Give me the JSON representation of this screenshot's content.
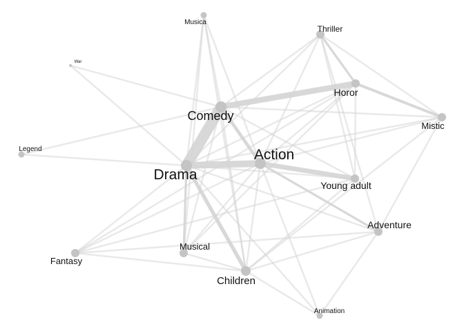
{
  "graph": {
    "colors": {
      "node": "#c4c4c4",
      "edge": "#d4d4d4",
      "label": "#111111",
      "background": "#ffffff"
    },
    "nodes": [
      {
        "id": "drama",
        "label": "Drama"
      },
      {
        "id": "comedy",
        "label": "Comedy"
      },
      {
        "id": "action",
        "label": "Action"
      },
      {
        "id": "horor",
        "label": "Horor"
      },
      {
        "id": "thriller",
        "label": "Thriller"
      },
      {
        "id": "musica",
        "label": "Musica"
      },
      {
        "id": "war",
        "label": "War"
      },
      {
        "id": "legend",
        "label": "Legend"
      },
      {
        "id": "mistic",
        "label": "Mistic"
      },
      {
        "id": "young_adult",
        "label": "Young adult"
      },
      {
        "id": "adventure",
        "label": "Adventure"
      },
      {
        "id": "fantasy",
        "label": "Fantasy"
      },
      {
        "id": "musical",
        "label": "Musical"
      },
      {
        "id": "children",
        "label": "Children"
      },
      {
        "id": "animation",
        "label": "Animation"
      }
    ],
    "edges": [
      {
        "source": "drama",
        "target": "comedy",
        "weight": 10
      },
      {
        "source": "drama",
        "target": "action",
        "weight": 6
      },
      {
        "source": "comedy",
        "target": "horor",
        "weight": 5
      },
      {
        "source": "action",
        "target": "young_adult",
        "weight": 4
      },
      {
        "source": "drama",
        "target": "children",
        "weight": 3
      },
      {
        "source": "comedy",
        "target": "action",
        "weight": 2.5
      },
      {
        "source": "horor",
        "target": "mistic",
        "weight": 2
      },
      {
        "source": "action",
        "target": "adventure",
        "weight": 1.5
      },
      {
        "source": "thriller",
        "target": "horor",
        "weight": 1.5
      },
      {
        "source": "drama",
        "target": "musical",
        "weight": 1.5
      },
      {
        "source": "comedy",
        "target": "musica",
        "weight": 1
      },
      {
        "source": "comedy",
        "target": "war",
        "weight": 1
      },
      {
        "source": "comedy",
        "target": "legend",
        "weight": 1
      },
      {
        "source": "comedy",
        "target": "thriller",
        "weight": 1
      },
      {
        "source": "comedy",
        "target": "mistic",
        "weight": 1
      },
      {
        "source": "comedy",
        "target": "young_adult",
        "weight": 1
      },
      {
        "source": "comedy",
        "target": "children",
        "weight": 1
      },
      {
        "source": "comedy",
        "target": "musical",
        "weight": 1
      },
      {
        "source": "drama",
        "target": "war",
        "weight": 1
      },
      {
        "source": "drama",
        "target": "legend",
        "weight": 1
      },
      {
        "source": "drama",
        "target": "thriller",
        "weight": 1
      },
      {
        "source": "drama",
        "target": "horor",
        "weight": 1
      },
      {
        "source": "drama",
        "target": "mistic",
        "weight": 1
      },
      {
        "source": "drama",
        "target": "young_adult",
        "weight": 1
      },
      {
        "source": "drama",
        "target": "adventure",
        "weight": 1
      },
      {
        "source": "drama",
        "target": "fantasy",
        "weight": 1
      },
      {
        "source": "drama",
        "target": "musica",
        "weight": 1
      },
      {
        "source": "drama",
        "target": "animation",
        "weight": 1
      },
      {
        "source": "action",
        "target": "musica",
        "weight": 1
      },
      {
        "source": "action",
        "target": "thriller",
        "weight": 1
      },
      {
        "source": "action",
        "target": "horor",
        "weight": 1
      },
      {
        "source": "action",
        "target": "mistic",
        "weight": 1
      },
      {
        "source": "action",
        "target": "fantasy",
        "weight": 1
      },
      {
        "source": "action",
        "target": "musical",
        "weight": 1
      },
      {
        "source": "action",
        "target": "children",
        "weight": 1
      },
      {
        "source": "action",
        "target": "animation",
        "weight": 1
      },
      {
        "source": "thriller",
        "target": "mistic",
        "weight": 1
      },
      {
        "source": "thriller",
        "target": "young_adult",
        "weight": 1
      },
      {
        "source": "thriller",
        "target": "adventure",
        "weight": 1
      },
      {
        "source": "horor",
        "target": "young_adult",
        "weight": 1
      },
      {
        "source": "horor",
        "target": "fantasy",
        "weight": 1
      },
      {
        "source": "horor",
        "target": "musical",
        "weight": 1
      },
      {
        "source": "mistic",
        "target": "adventure",
        "weight": 1
      },
      {
        "source": "mistic",
        "target": "children",
        "weight": 1
      },
      {
        "source": "young_adult",
        "target": "children",
        "weight": 1
      },
      {
        "source": "young_adult",
        "target": "fantasy",
        "weight": 1
      },
      {
        "source": "adventure",
        "target": "children",
        "weight": 1
      },
      {
        "source": "adventure",
        "target": "animation",
        "weight": 1
      },
      {
        "source": "adventure",
        "target": "fantasy",
        "weight": 1
      },
      {
        "source": "fantasy",
        "target": "children",
        "weight": 1
      },
      {
        "source": "musical",
        "target": "children",
        "weight": 1
      },
      {
        "source": "musical",
        "target": "musica",
        "weight": 1
      },
      {
        "source": "children",
        "target": "animation",
        "weight": 1
      },
      {
        "source": "children",
        "target": "musica",
        "weight": 1
      }
    ]
  }
}
